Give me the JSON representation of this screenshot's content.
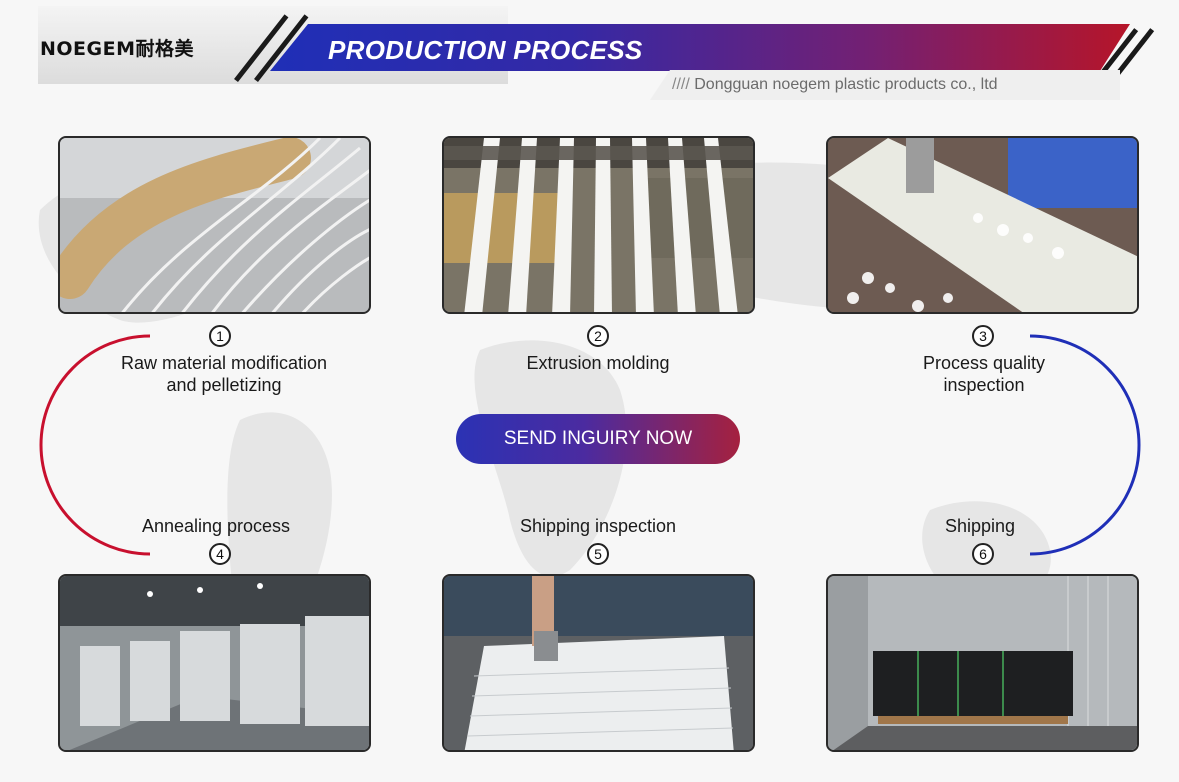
{
  "header": {
    "logo_text": "NOEGEM耐格美",
    "title": "PRODUCTION PROCESS",
    "company_prefix": "////",
    "company": "Dongguan noegem plastic products co., ltd"
  },
  "steps": [
    {
      "number": "1",
      "label_line1": "Raw material modification",
      "label_line2": "and pelletizing"
    },
    {
      "number": "2",
      "label_line1": "Extrusion molding",
      "label_line2": ""
    },
    {
      "number": "3",
      "label_line1": "Process quality",
      "label_line2": "inspection"
    },
    {
      "number": "4",
      "label_line1": "Annealing process",
      "label_line2": ""
    },
    {
      "number": "5",
      "label_line1": "Shipping inspection",
      "label_line2": ""
    },
    {
      "number": "6",
      "label_line1": "Shipping",
      "label_line2": ""
    }
  ],
  "cta": {
    "label": "SEND INGUIRY NOW"
  },
  "colors": {
    "red": "#c8102e",
    "blue": "#1f2fb7",
    "purple": "#6a2a8a"
  }
}
